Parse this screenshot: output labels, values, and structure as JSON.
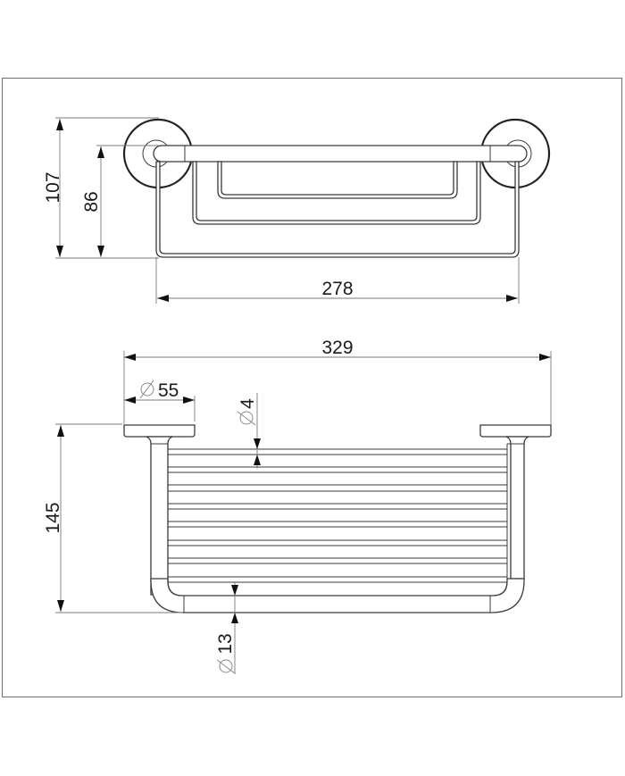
{
  "drawing": {
    "subject": "wall-mounted shower basket / soap shelf",
    "units": "mm",
    "views": {
      "front_view": {
        "dimensions": {
          "overall_height": "107",
          "bar_height": "86",
          "inner_width": "278"
        }
      },
      "top_view": {
        "dimensions": {
          "overall_width": "329",
          "rosette_diameter": "55",
          "wire_diameter": "4",
          "depth": "145",
          "tube_diameter": "13"
        },
        "diameter_symbol": "⌀"
      }
    },
    "colors": {
      "line": "#3a3a3a",
      "dimension_line": "#7a7a7a",
      "frame": "#6e6e6e",
      "background": "#ffffff"
    }
  }
}
